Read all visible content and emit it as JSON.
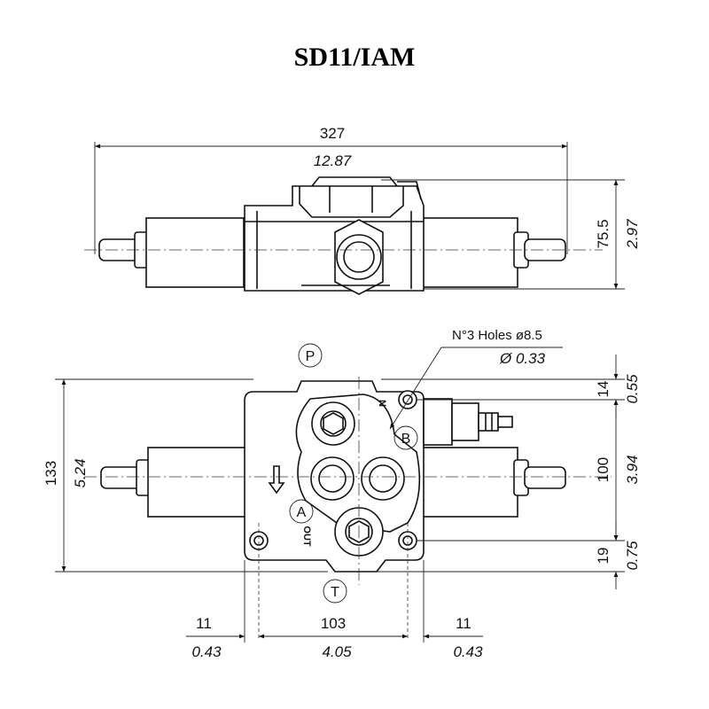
{
  "title": "SD11/IAM",
  "top_view": {
    "overall_width_mm": "327",
    "overall_width_in": "12.87",
    "height_mm": "75.5",
    "height_in": "2.97"
  },
  "front_view": {
    "holes_note": "N°3 Holes ø8.5",
    "holes_note_in": "Ø 0.33",
    "height_mm": "133",
    "height_in": "5.24",
    "right_top_mm": "14",
    "right_top_in": "0.55",
    "right_mid_mm": "100",
    "right_mid_in": "3.94",
    "right_bottom_mm": "19",
    "right_bottom_in": "0.75",
    "bottom_left_mm": "11",
    "bottom_left_in": "0.43",
    "bottom_mid_mm": "103",
    "bottom_mid_in": "4.05",
    "bottom_right_mm": "11",
    "bottom_right_in": "0.43",
    "port_p": "P",
    "port_b": "B",
    "port_a": "A",
    "port_t": "T",
    "label_out": "OUT",
    "label_n": "N"
  }
}
